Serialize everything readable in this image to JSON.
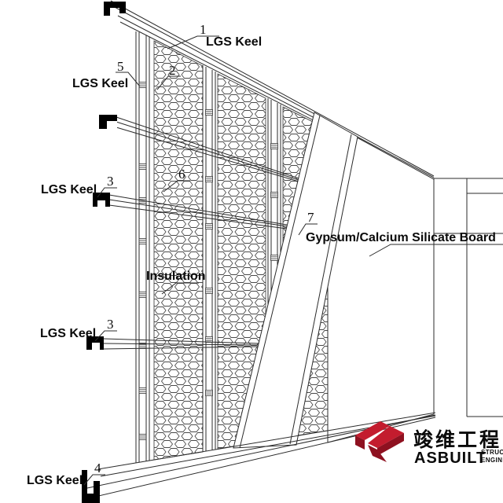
{
  "labels": {
    "lgs_keel_top": "LGS Keel",
    "lgs_keel_left_upper": "LGS Keel",
    "lgs_keel_mid_upper": "LGS Keel",
    "lgs_keel_mid_lower": "LGS Keel",
    "lgs_keel_bottom": "LGS Keel",
    "insulation": "Insulation",
    "gypsum_board": "Gypsum/Calcium Silicate Board"
  },
  "callouts": {
    "n1": "1",
    "n2": "2",
    "n3_upper": "3",
    "n3_lower": "3",
    "n4": "4",
    "n5": "5",
    "n6": "6",
    "n7": "7"
  },
  "logo": {
    "chinese_name": "竣维工程",
    "latin_name": "ASBUILT",
    "tagline_line1": "STRUCTURE",
    "tagline_line2": "ENGINEERING",
    "brand_red": "#c31c2e",
    "brand_dark_red": "#8e1120",
    "text_gray": "#46464e"
  },
  "drawing": {
    "line_color": "#2b2b2b",
    "background": "#ffffff"
  }
}
